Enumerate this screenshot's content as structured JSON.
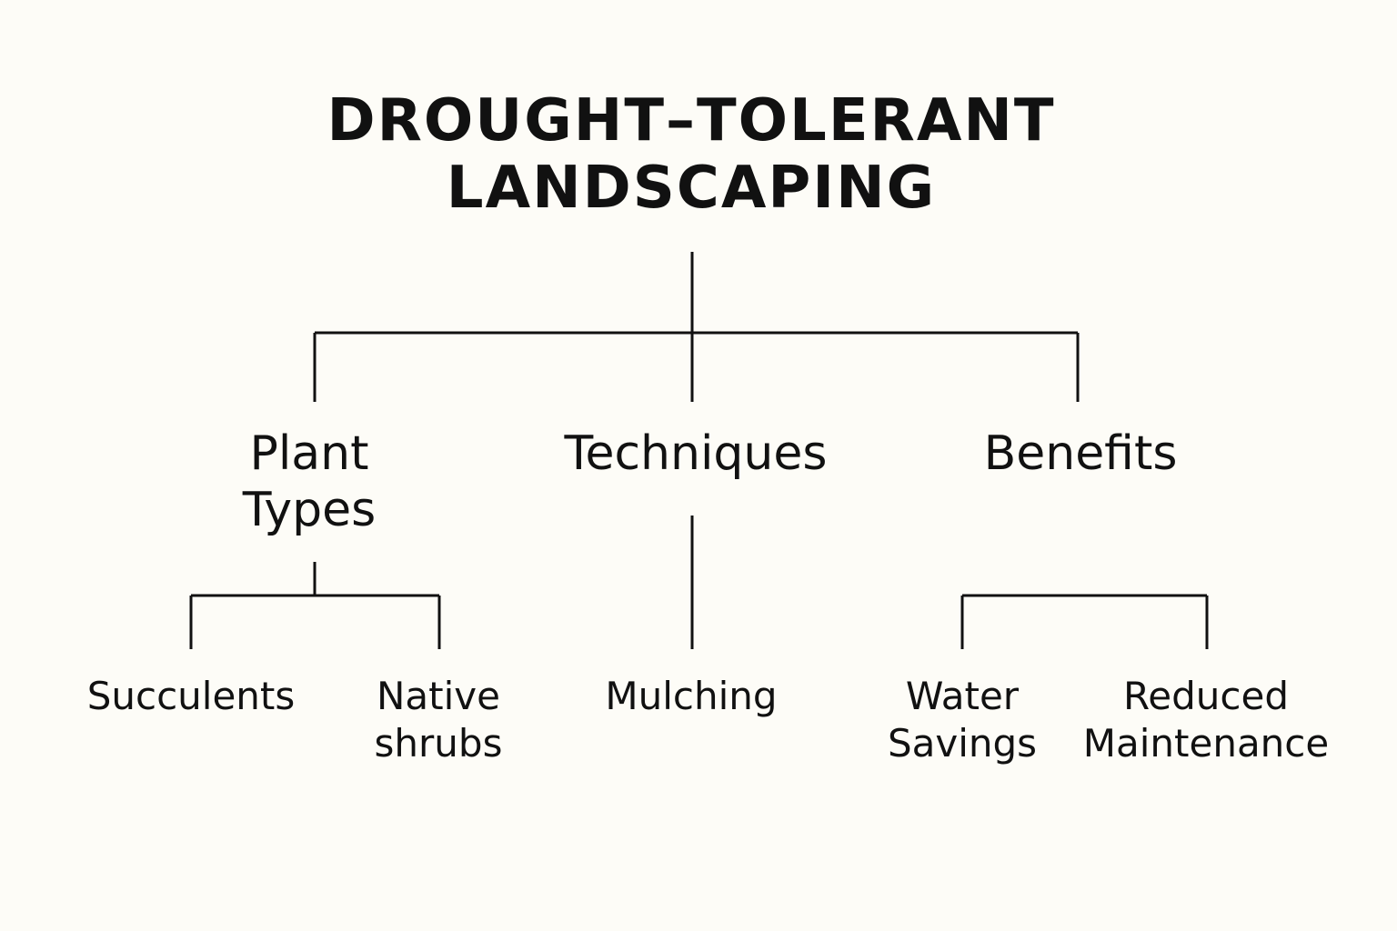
{
  "title": {
    "line1": "DROUGHT–TOLERANT",
    "line2": "LANDSCAPING"
  },
  "categories": [
    {
      "label_lines": [
        "Plant",
        "Types"
      ],
      "children": [
        {
          "label_lines": [
            "Succulents"
          ]
        },
        {
          "label_lines": [
            "Native",
            "shrubs"
          ]
        }
      ]
    },
    {
      "label_lines": [
        "Techniques"
      ],
      "children": [
        {
          "label_lines": [
            "Mulching"
          ]
        }
      ]
    },
    {
      "label_lines": [
        "Benefits"
      ],
      "children": [
        {
          "label_lines": [
            "Water",
            "Savings"
          ]
        },
        {
          "label_lines": [
            "Reduced",
            "Maintenance"
          ]
        }
      ]
    }
  ]
}
